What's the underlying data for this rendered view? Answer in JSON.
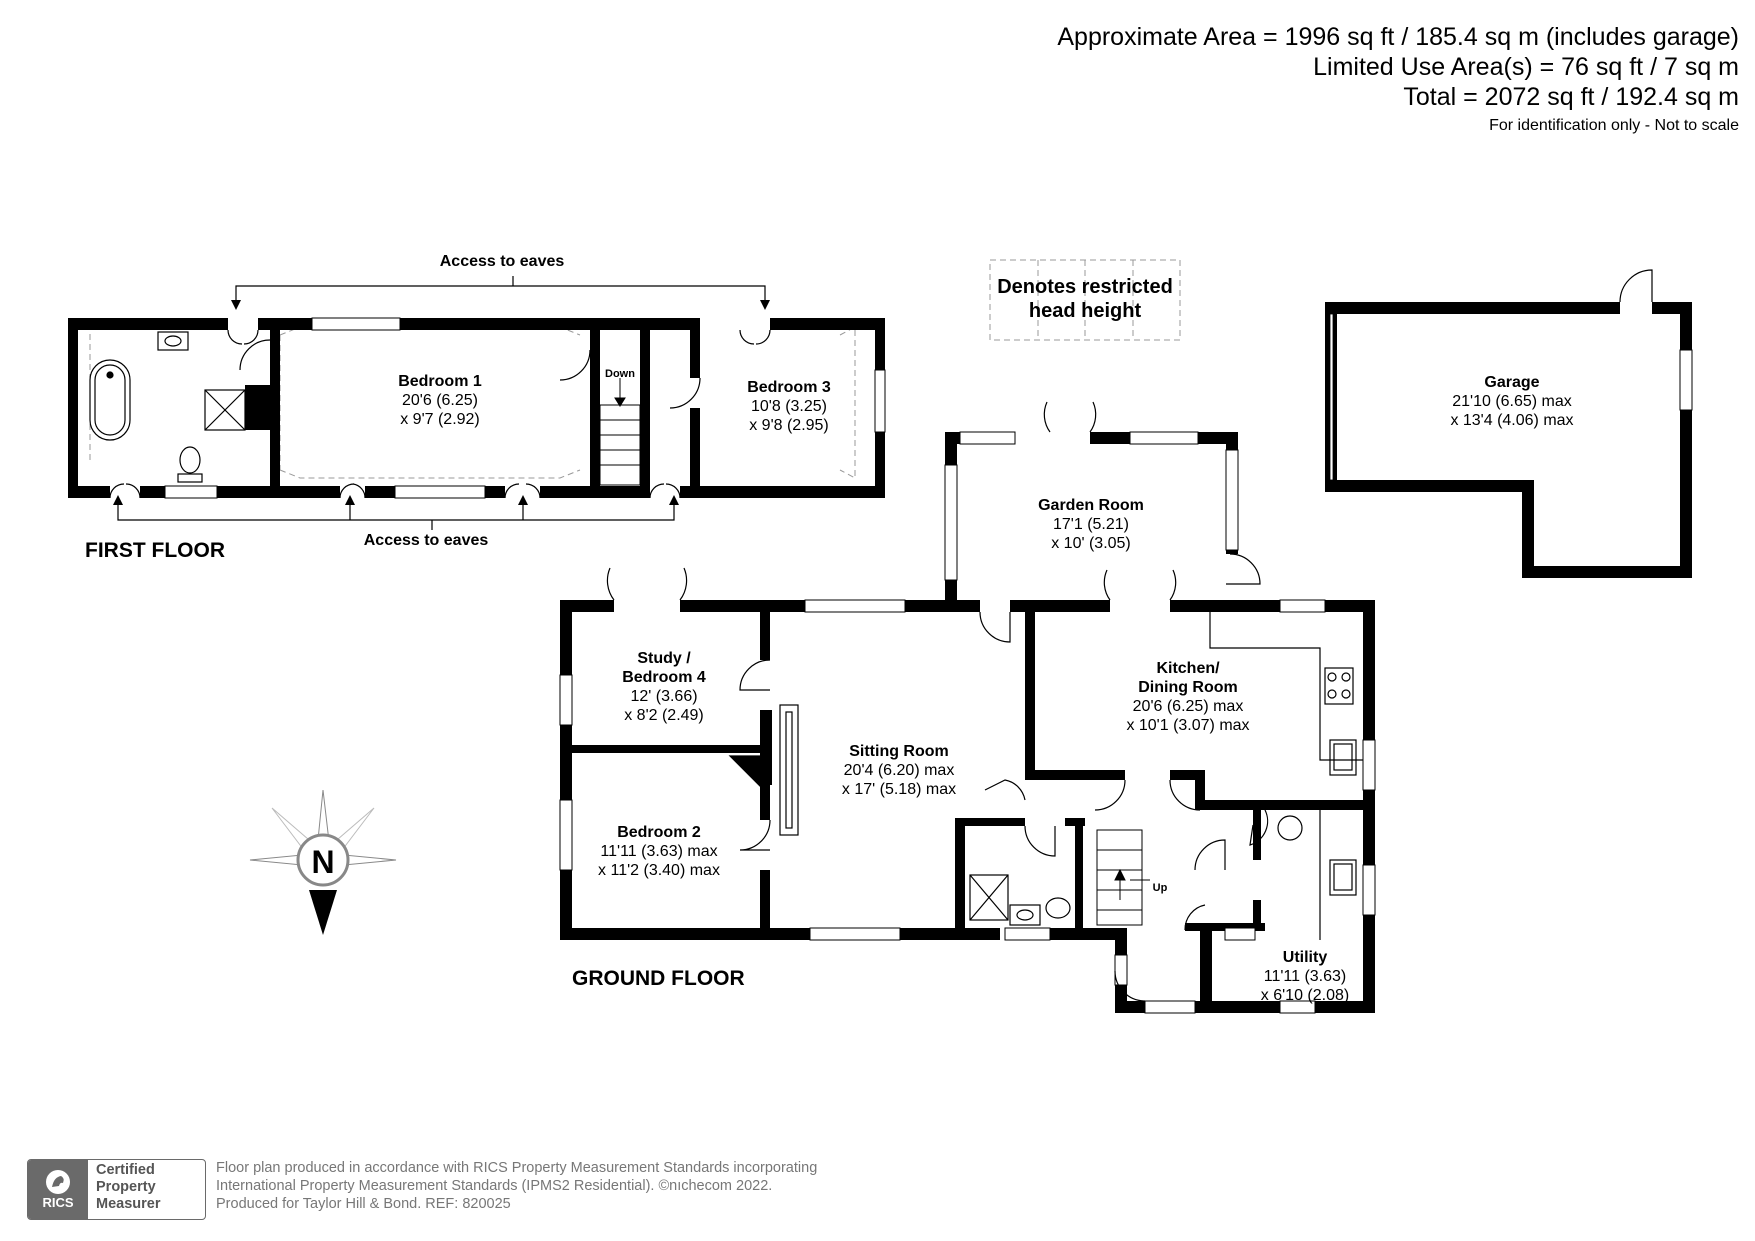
{
  "header": {
    "approx_area": "Approximate Area = 1996 sq ft / 185.4 sq m (includes garage)",
    "limited_use": "Limited Use Area(s) = 76 sq ft / 7 sq m",
    "total": "Total = 2072 sq ft / 192.4 sq m",
    "note": "For identification only - Not to scale"
  },
  "legend": {
    "line1": "Denotes restricted",
    "line2": "head height"
  },
  "first_floor": {
    "label": "FIRST FLOOR",
    "eaves_top": "Access to eaves",
    "eaves_bottom": "Access to eaves",
    "down": "Down",
    "bedroom1": {
      "name": "Bedroom 1",
      "dim1": "20'6 (6.25)",
      "dim2": "x 9'7 (2.92)"
    },
    "bedroom3": {
      "name": "Bedroom 3",
      "dim1": "10'8 (3.25)",
      "dim2": "x 9'8 (2.95)"
    }
  },
  "ground_floor": {
    "label": "GROUND FLOOR",
    "up": "Up",
    "garden_room": {
      "name": "Garden Room",
      "dim1": "17'1 (5.21)",
      "dim2": "x 10' (3.05)"
    },
    "study": {
      "name1": "Study /",
      "name2": "Bedroom 4",
      "dim1": "12' (3.66)",
      "dim2": "x 8'2 (2.49)"
    },
    "sitting_room": {
      "name": "Sitting Room",
      "dim1": "20'4 (6.20) max",
      "dim2": "x 17' (5.18) max"
    },
    "kitchen": {
      "name1": "Kitchen/",
      "name2": "Dining Room",
      "dim1": "20'6 (6.25) max",
      "dim2": "x 10'1 (3.07) max"
    },
    "bedroom2": {
      "name": "Bedroom 2",
      "dim1": "11'11 (3.63) max",
      "dim2": "x 11'2 (3.40) max"
    },
    "utility": {
      "name": "Utility",
      "dim1": "11'11 (3.63)",
      "dim2": "x 6'10 (2.08)"
    }
  },
  "garage": {
    "name": "Garage",
    "dim1": "21'10 (6.65) max",
    "dim2": "x 13'4 (4.06) max"
  },
  "compass": {
    "letter": "N"
  },
  "footer": {
    "badge_org": "RICS",
    "badge_line1": "Certified",
    "badge_line2": "Property",
    "badge_line3": "Measurer",
    "line1": "Floor plan produced in accordance with RICS Property Measurement Standards incorporating",
    "line2": "International Property Measurement Standards (IPMS2 Residential).   ©nıchecom 2022.",
    "line3": "Produced for Taylor Hill & Bond.   REF:  820025"
  }
}
